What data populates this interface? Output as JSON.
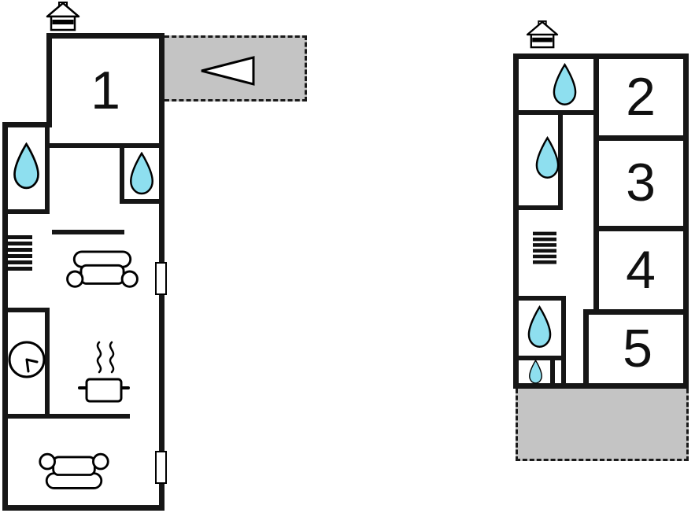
{
  "colors": {
    "background": "#ffffff",
    "wall": "#161616",
    "terrace_fill": "#c4c4c4",
    "terrace_border": "#1a1a1a",
    "water_fill": "#8edfef",
    "label_color": "#101010"
  },
  "plans": {
    "left": {
      "rooms": [
        {
          "label": "1"
        }
      ],
      "icons": [
        "chimney-icon",
        "arrow-left-icon",
        "water-drop-icon",
        "water-drop-icon",
        "stairs-icon",
        "sofa-icon",
        "clock-icon",
        "cooking-pot-icon",
        "sofa-icon",
        "door-marker",
        "door-marker"
      ],
      "terrace_position": "top-right"
    },
    "right": {
      "rooms": [
        {
          "label": "2"
        },
        {
          "label": "3"
        },
        {
          "label": "4"
        },
        {
          "label": "5"
        }
      ],
      "icons": [
        "chimney-icon",
        "water-drop-icon",
        "water-drop-icon",
        "stairs-icon",
        "water-drop-icon",
        "water-drop-icon"
      ],
      "terrace_position": "bottom"
    }
  }
}
